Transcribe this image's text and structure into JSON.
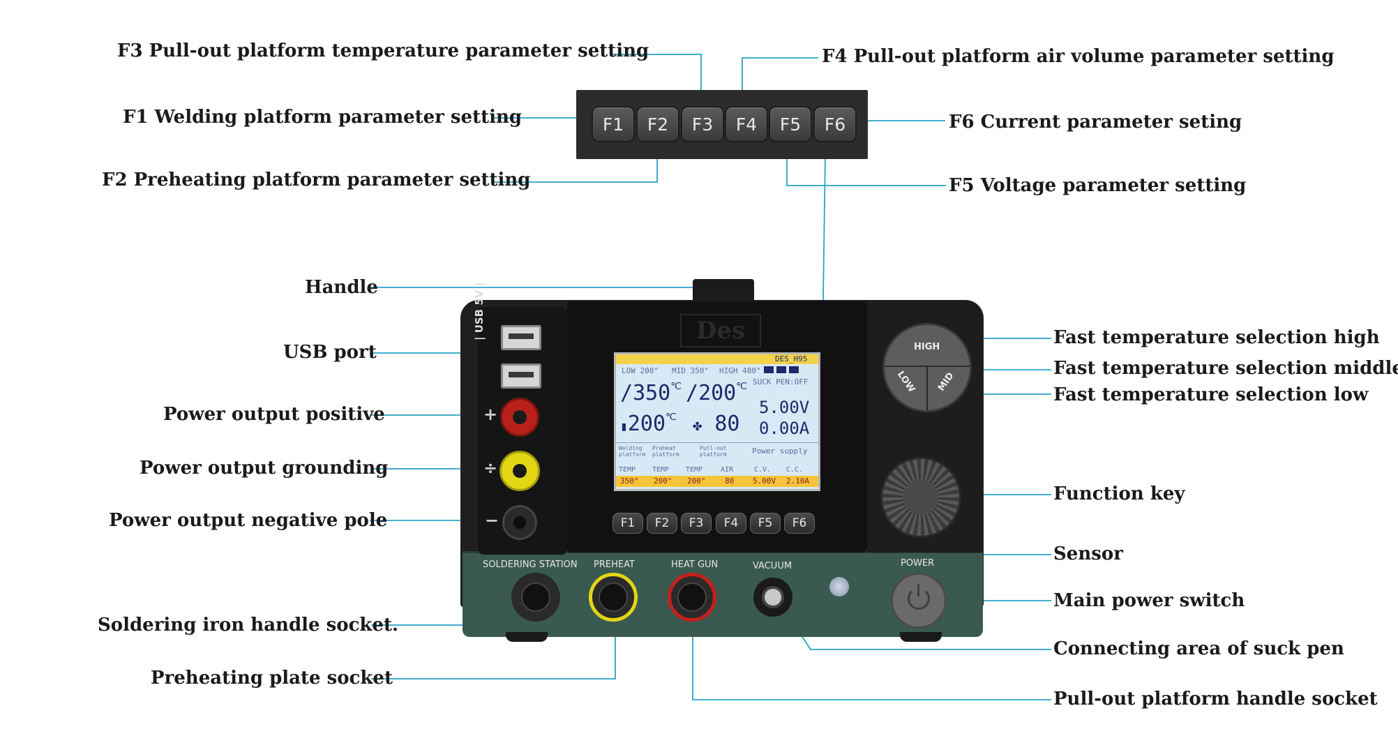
{
  "annotations": {
    "f3": "F3 Pull-out platform temperature parameter setting",
    "f4": "F4 Pull-out platform air volume parameter setting",
    "f1": "F1 Welding platform parameter setting",
    "f6": "F6 Current parameter seting",
    "f2": "F2 Preheating platform parameter setting",
    "f5": "F5 Voltage parameter setting",
    "handle": "Handle",
    "usb_port": "USB port",
    "power_positive": "Power output positive",
    "power_grounding": "Power output grounding",
    "power_negative": "Power output negative pole",
    "soldering_socket": "Soldering iron handle socket.",
    "preheating_socket": "Preheating plate socket",
    "fast_high": "Fast temperature selection high",
    "fast_middle": "Fast temperature selection middle",
    "fast_low": "Fast temperature selection low",
    "function_key": "Function key",
    "sensor": "Sensor",
    "main_power": "Main power switch",
    "suck_pen": "Connecting area of suck pen",
    "pullout_socket": "Pull-out platform handle socket"
  },
  "keys": [
    "F1",
    "F2",
    "F3",
    "F4",
    "F5",
    "F6"
  ],
  "device": {
    "brand": "Des",
    "usb_label": "| USB 5V |",
    "signs": {
      "plus": "+",
      "ground": "÷",
      "minus": "−"
    },
    "dial": {
      "high": "HIGH",
      "mid": "MID",
      "low": "LOW"
    },
    "panel_labels": {
      "soldering": "SOLDERING STATION",
      "preheat": "PREHEAT",
      "heat_gun": "HEAT GUN",
      "vacuum": "VACUUM",
      "power": "POWER"
    }
  },
  "lcd": {
    "model": "DES_H95",
    "low": "LOW 200°",
    "mid": "MID 350°",
    "high": "HIGH 480°",
    "suck_pen": "SUCK PEN:OFF",
    "iron_temp": "350",
    "preheat_temp": "200",
    "gun_temp": "200",
    "air": "80",
    "temp_unit": "℃",
    "voltage": "5.00V",
    "current": "0.00A",
    "categories": [
      "Welding platform",
      "Preheat platform",
      "Pull-out platform",
      "Power supply"
    ],
    "bottom_headers": [
      "TEMP",
      "TEMP",
      "TEMP",
      "AIR",
      "C.V.",
      "C.C."
    ],
    "bottom_values": [
      "350°",
      "200°",
      "200°",
      "80",
      "5.00V",
      "2.10A"
    ]
  }
}
